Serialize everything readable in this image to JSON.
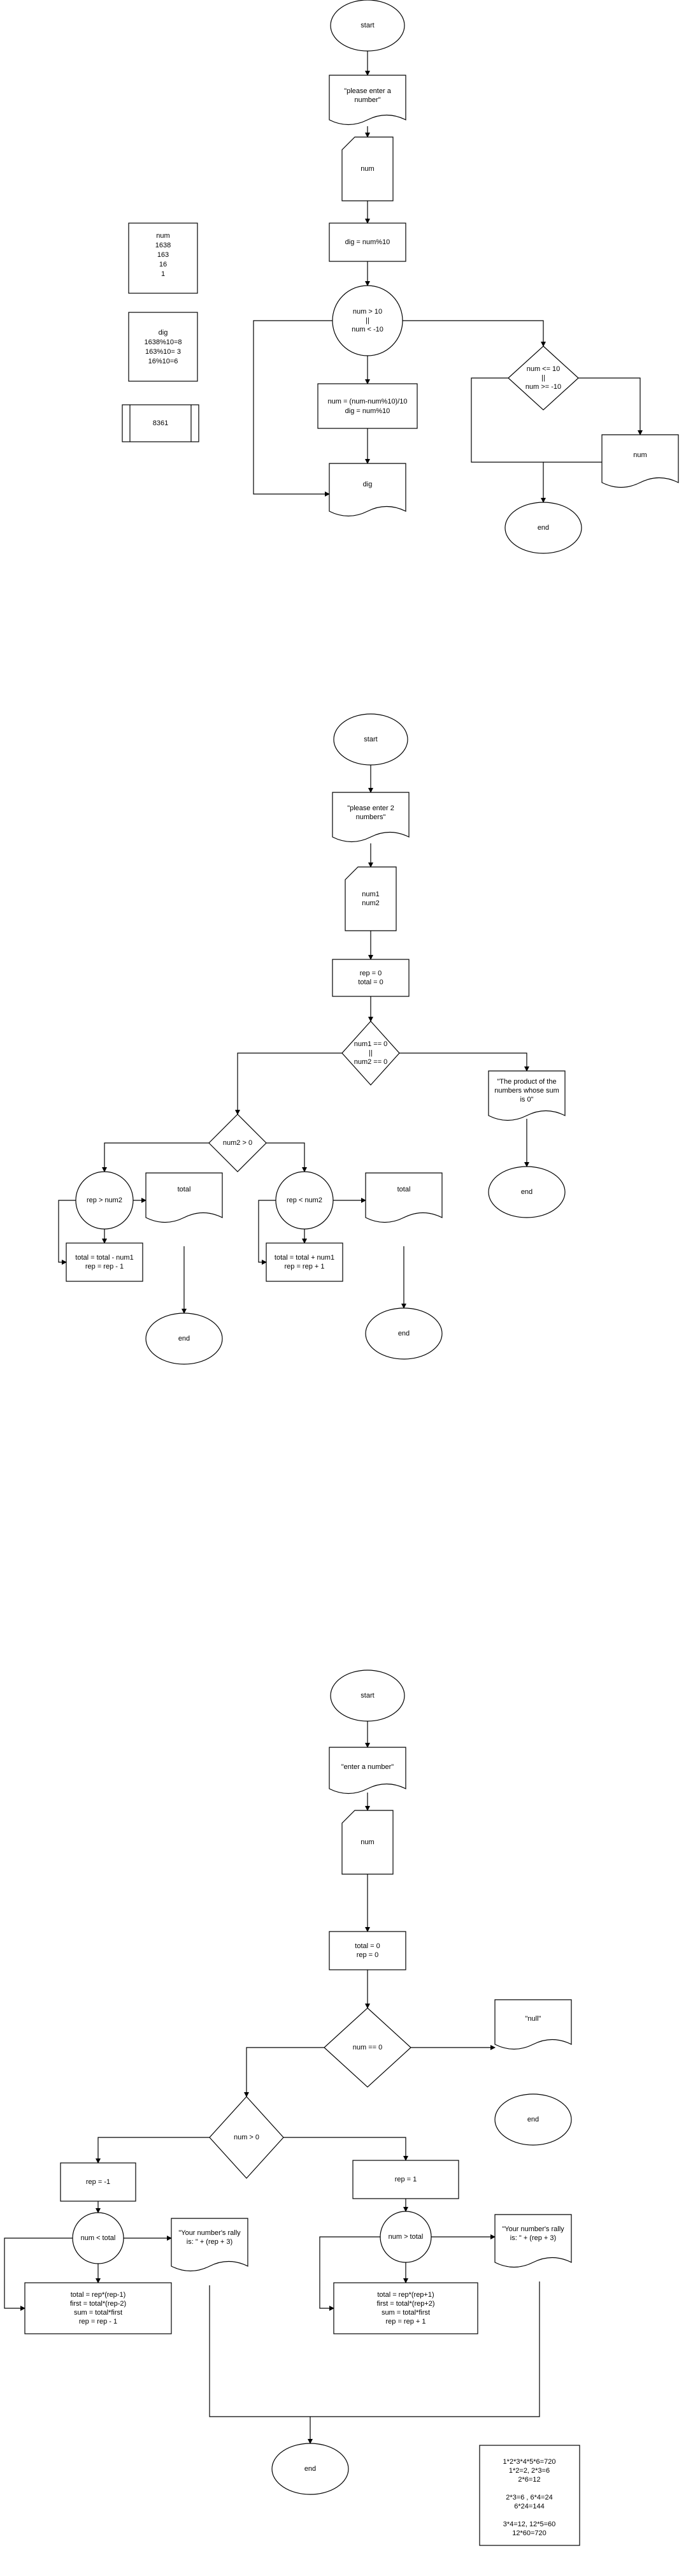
{
  "flow1": {
    "start": "start",
    "prompt": [
      "\"please enter a",
      "number\""
    ],
    "input": "num",
    "dig_assign": "dig = num%10",
    "cond_range": [
      "num > 10",
      "||",
      "num < -10"
    ],
    "loop_body": [
      "num = (num-num%10)/10",
      "dig = num%10"
    ],
    "out_dig": "dig",
    "cond_small": [
      "num <= 10",
      "||",
      "num >= -10"
    ],
    "out_num": "num",
    "end": "end",
    "trace_num": [
      "num",
      "1638",
      "163",
      "16",
      "1"
    ],
    "trace_dig": [
      "dig",
      "1638%10=8",
      "163%10= 3",
      "16%10=6"
    ],
    "result": "8361"
  },
  "flow2": {
    "start": "start",
    "prompt": [
      "\"please enter 2",
      "numbers\""
    ],
    "input": [
      "num1",
      "num2"
    ],
    "init": [
      "rep = 0",
      "total = 0"
    ],
    "cond_zero": [
      "num1 == 0",
      "||",
      "num2 == 0"
    ],
    "msg_zero": [
      "\"The product of the",
      "numbers whose sum",
      "is 0\""
    ],
    "end_zero": "end",
    "cond_pos": "num2 > 0",
    "cond_neg_loop": "rep > num2",
    "out_total_left": "total",
    "body_left": [
      "total = total -  num1",
      "rep = rep - 1"
    ],
    "end_left": "end",
    "cond_pos_loop": "rep < num2",
    "out_total_right": "total",
    "body_right": [
      "total = total + num1",
      "rep = rep + 1"
    ],
    "end_right": "end"
  },
  "flow3": {
    "start": "start",
    "prompt": "\"enter a number\"",
    "input": "num",
    "init": [
      "total = 0",
      "rep = 0"
    ],
    "cond_zero": "num == 0",
    "null_out": "\"null\"",
    "end_null": "end",
    "cond_pos": "num > 0",
    "rep_neg": "rep = -1",
    "loop_left": "num < total",
    "out_left": [
      "\"Your number's rally",
      "is: \" + (rep + 3)"
    ],
    "body_left": [
      "total = rep*(rep-1)",
      "first = total*(rep-2)",
      "sum = total*first",
      "rep = rep - 1"
    ],
    "rep_pos": "rep = 1",
    "loop_right": "num > total",
    "out_right": [
      "\"Your number's rally",
      "is: \" + (rep + 3)"
    ],
    "body_right": [
      "total = rep*(rep+1)",
      "first = total*(rep+2)",
      "sum = total*first",
      "rep = rep + 1"
    ],
    "end": "end",
    "note": [
      "1*2*3*4*5*6=720",
      "1*2=2, 2*3=6",
      "2*6=12",
      "",
      "2*3=6 , 6*4=24",
      "6*24=144",
      "",
      "3*4=12, 12*5=60",
      "12*60=720"
    ]
  }
}
